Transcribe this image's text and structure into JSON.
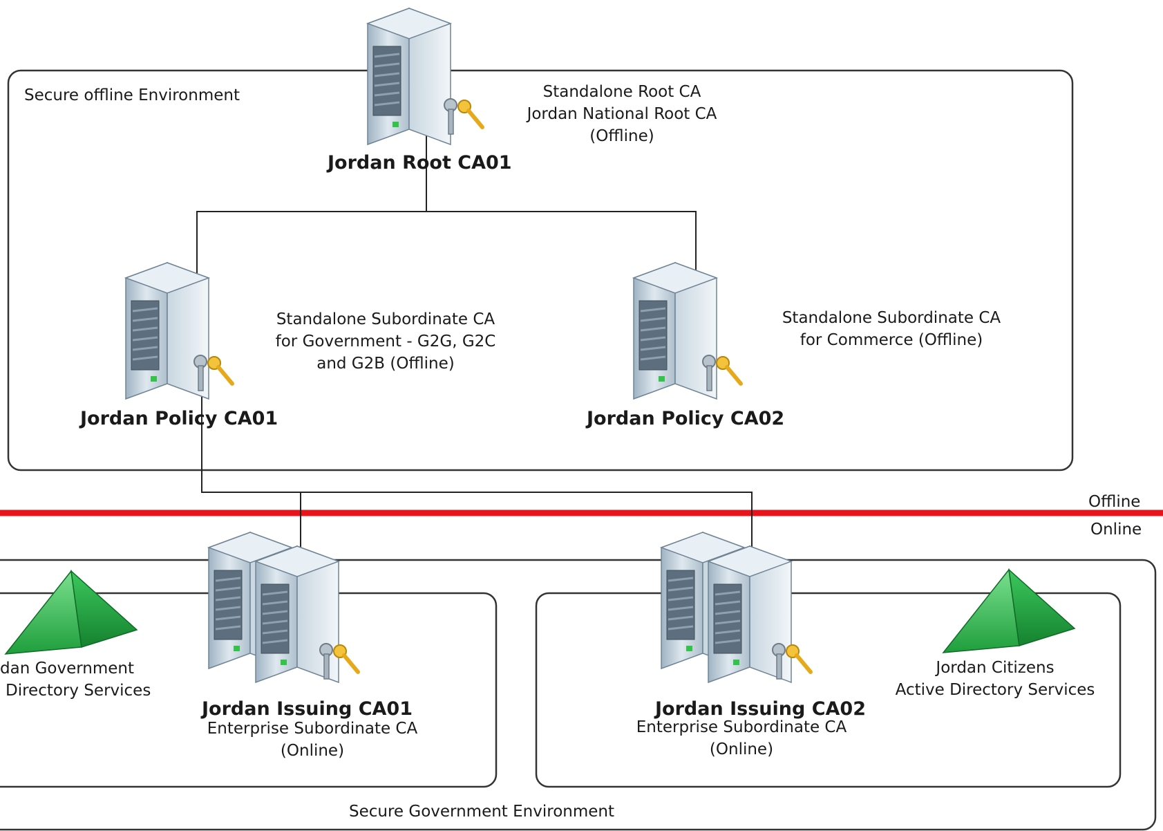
{
  "zones": {
    "offline_env_label": "Secure offline Environment",
    "gov_env_label": "Secure Government Environment",
    "offline_label": "Offline",
    "online_label": "Online"
  },
  "nodes": {
    "root": {
      "name": "Jordan Root CA01",
      "desc": [
        "Standalone Root CA",
        "Jordan National Root CA",
        "(Offline)"
      ]
    },
    "policy1": {
      "name": "Jordan Policy CA01",
      "desc": [
        "Standalone Subordinate CA",
        "for Government - G2G, G2C",
        "and G2B (Offline)"
      ]
    },
    "policy2": {
      "name": "Jordan Policy CA02",
      "desc": [
        "Standalone Subordinate CA",
        "for Commerce (Offline)"
      ]
    },
    "issuing1": {
      "name": "Jordan Issuing CA01",
      "desc": [
        "Enterprise Subordinate CA",
        "(Online)"
      ]
    },
    "issuing2": {
      "name": "Jordan Issuing CA02",
      "desc": [
        "Enterprise Subordinate CA",
        "(Online)"
      ]
    },
    "ad_gov": {
      "desc": [
        "dan Government",
        "Directory Services"
      ]
    },
    "ad_citizens": {
      "desc": [
        "Jordan Citizens",
        "Active Directory Services"
      ]
    }
  },
  "colors": {
    "divider": "#e8141b",
    "border": "#333333",
    "pyramid": "#2fbf4f"
  }
}
